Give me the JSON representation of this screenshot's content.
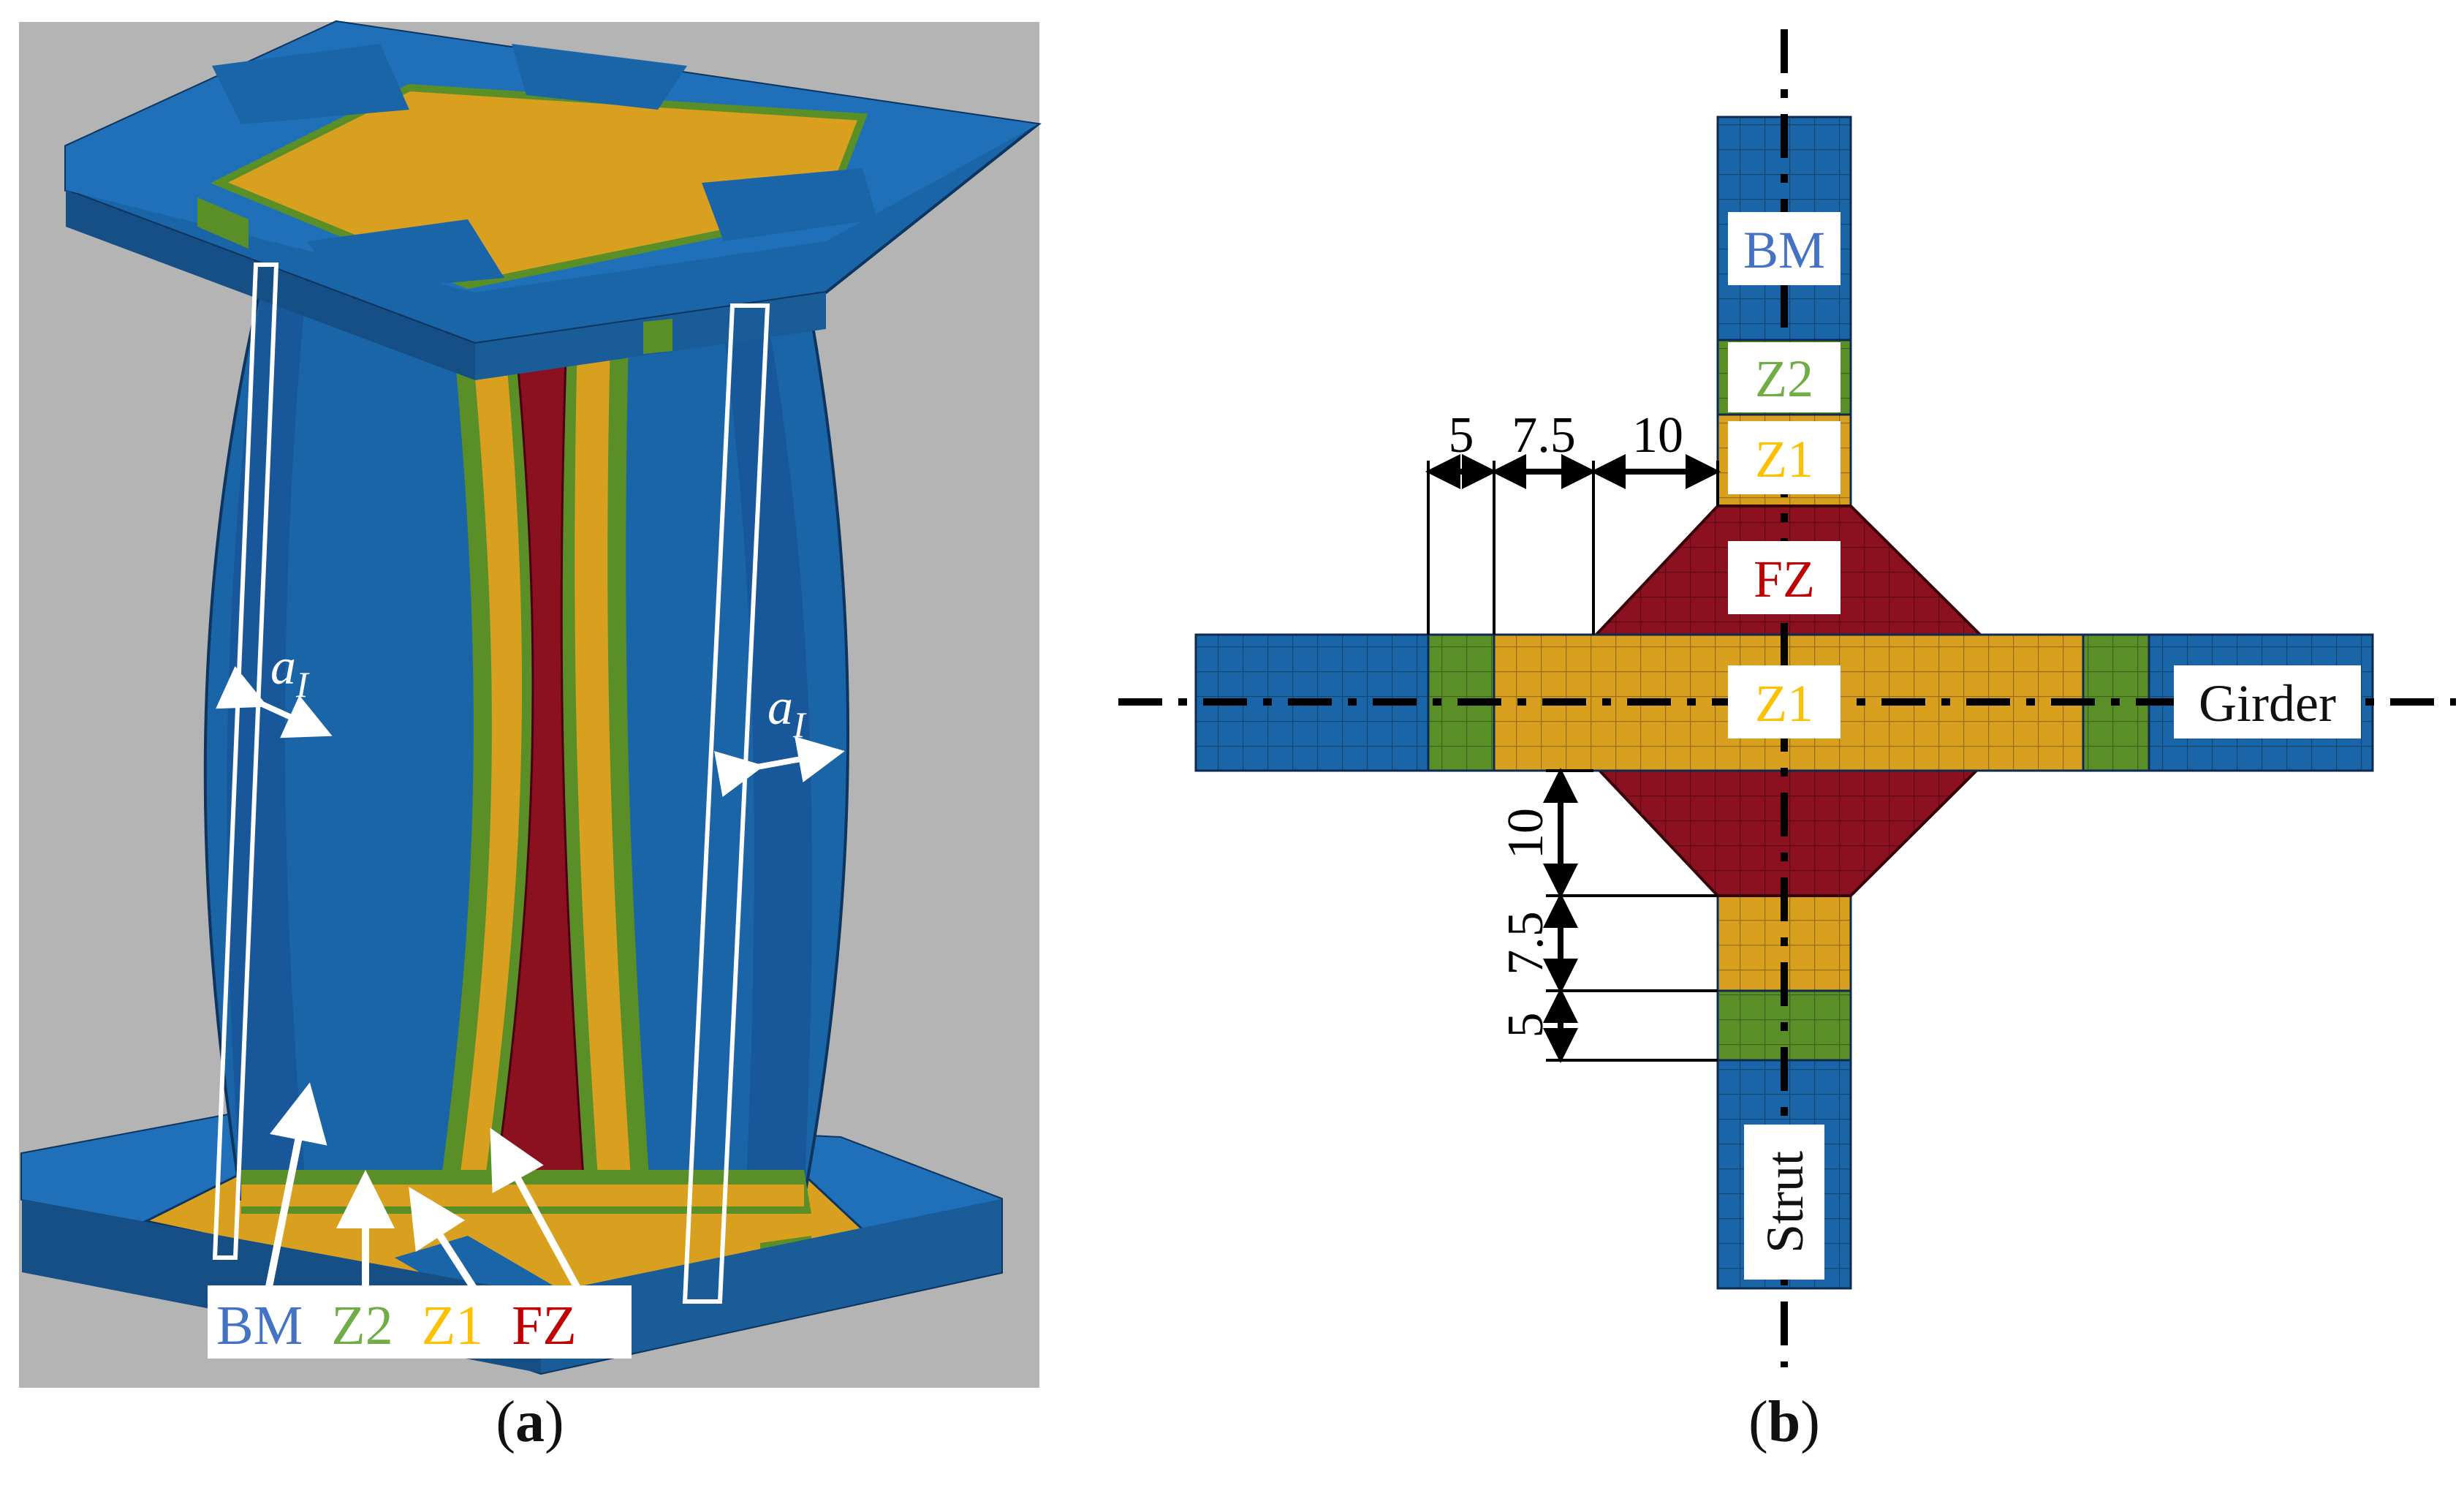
{
  "panel_a": {
    "dim_label": "a",
    "dim_subscript": "I",
    "zones": [
      {
        "label": "BM",
        "color": "#4472c4"
      },
      {
        "label": "Z2",
        "color": "#70ad47"
      },
      {
        "label": "Z1",
        "color": "#ffc000"
      },
      {
        "label": "FZ",
        "color": "#c00000"
      }
    ],
    "caption_letter": "a"
  },
  "panel_b": {
    "zone_labels": {
      "bm": "BM",
      "z2": "Z2",
      "z1_top": "Z1",
      "fz": "FZ",
      "z1_center": "Z1"
    },
    "member_labels": {
      "girder": "Girder",
      "strut": "Strut"
    },
    "dims_horizontal": [
      "5",
      "7.5",
      "10"
    ],
    "dims_vertical": [
      "10",
      "7.5",
      "5"
    ],
    "caption_letter": "b"
  },
  "colors": {
    "bm_mesh": "#1a65a8",
    "z2_mesh": "#5a8f28",
    "z1_mesh": "#d9a020",
    "fz_mesh": "#8b1020",
    "bm_text": "#4472c4",
    "z2_text": "#70ad47",
    "z1_text": "#ffc000",
    "fz_text": "#c00000",
    "background_a": "#b4b4b4"
  }
}
